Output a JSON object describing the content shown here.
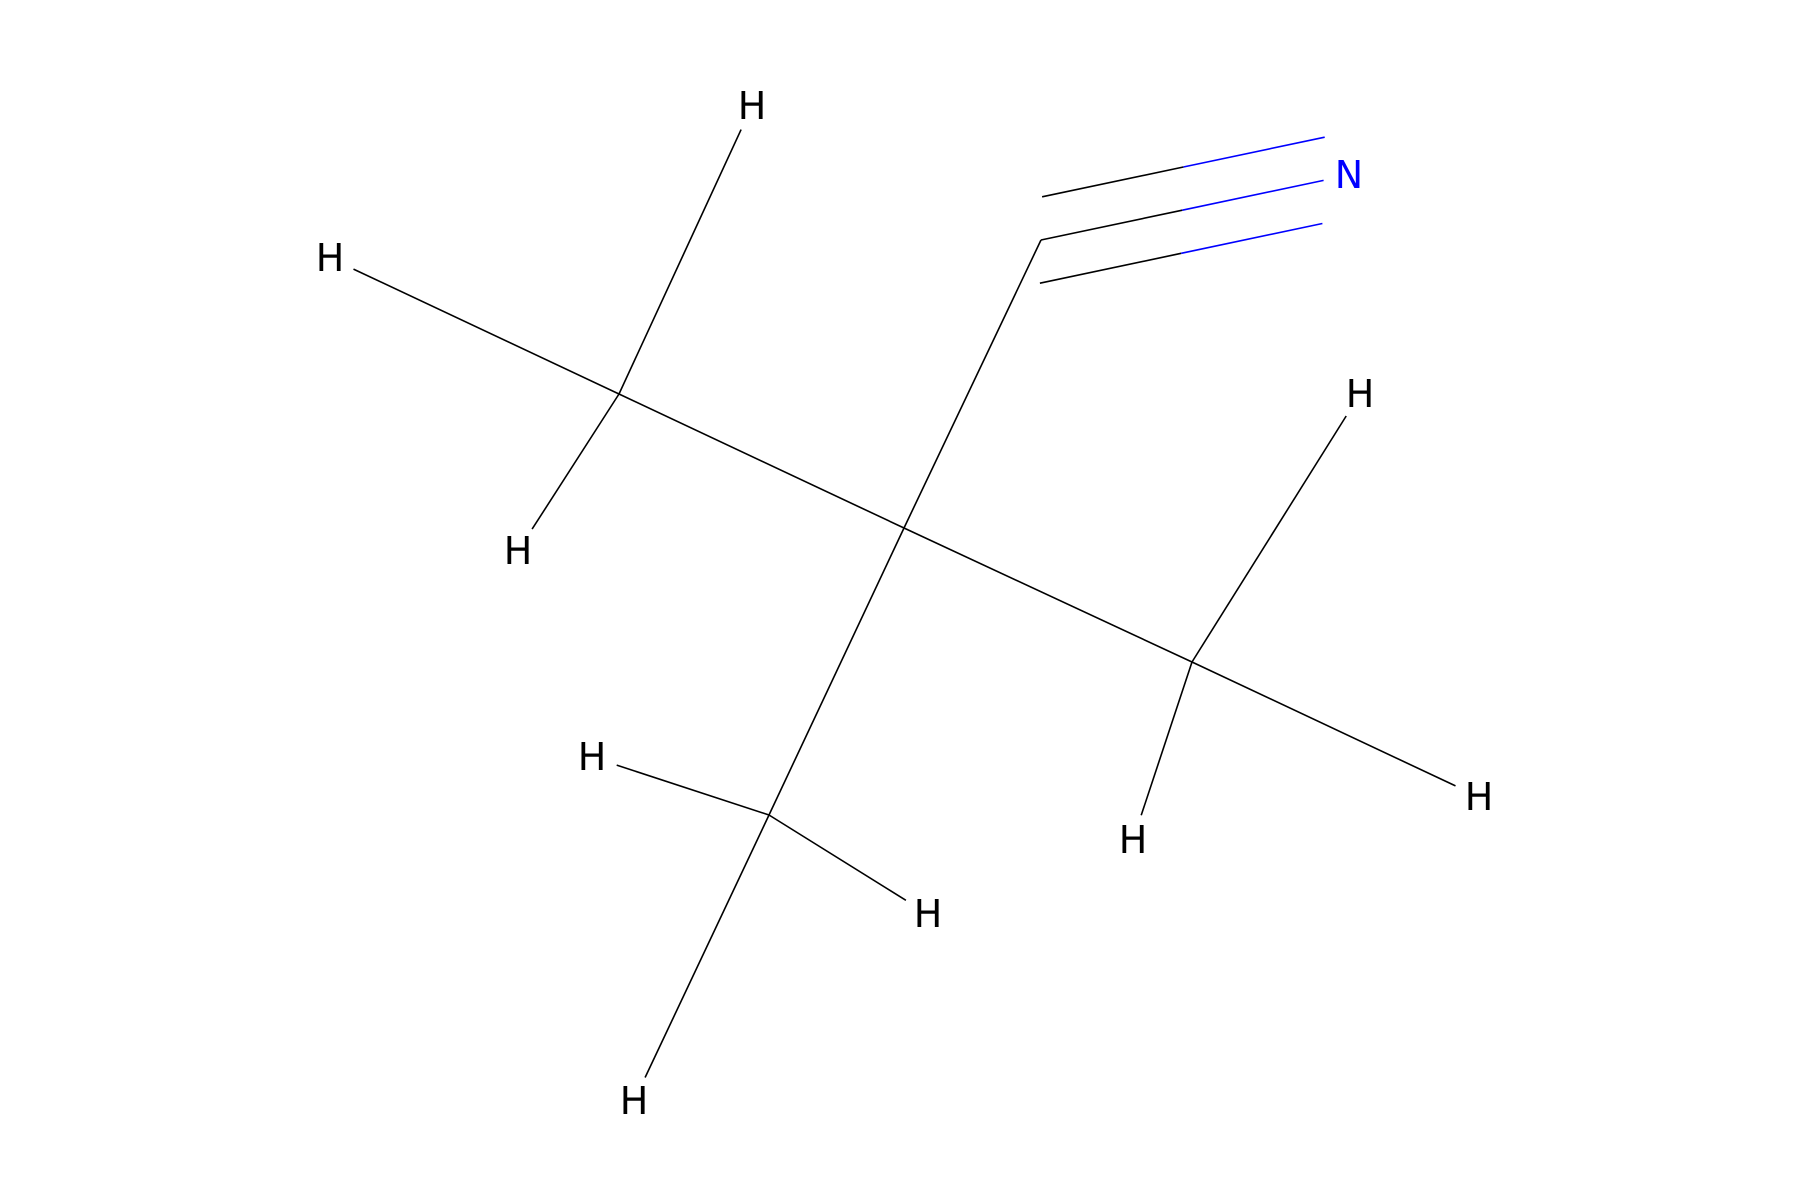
{
  "molecule": {
    "colors": {
      "carbon": "#000000",
      "hydrogen": "#000000",
      "nitrogen": "#0000ff",
      "background": "#ffffff"
    },
    "atoms": [
      {
        "id": "C_central",
        "element": "C",
        "label": ""
      },
      {
        "id": "C_nitrile",
        "element": "C",
        "label": ""
      },
      {
        "id": "N1",
        "element": "N",
        "label": "N"
      },
      {
        "id": "C_methyl_left",
        "element": "C",
        "label": ""
      },
      {
        "id": "C_methyl_right",
        "element": "C",
        "label": ""
      },
      {
        "id": "C_methyl_bottom",
        "element": "C",
        "label": ""
      },
      {
        "id": "H1",
        "element": "H",
        "label": "H"
      },
      {
        "id": "H2",
        "element": "H",
        "label": "H"
      },
      {
        "id": "H3",
        "element": "H",
        "label": "H"
      },
      {
        "id": "H4",
        "element": "H",
        "label": "H"
      },
      {
        "id": "H5",
        "element": "H",
        "label": "H"
      },
      {
        "id": "H6",
        "element": "H",
        "label": "H"
      },
      {
        "id": "H7",
        "element": "H",
        "label": "H"
      },
      {
        "id": "H8",
        "element": "H",
        "label": "H"
      },
      {
        "id": "H9",
        "element": "H",
        "label": "H"
      }
    ],
    "bonds": [
      {
        "from": "C_central",
        "to": "C_nitrile",
        "order": 1
      },
      {
        "from": "C_nitrile",
        "to": "N1",
        "order": 3
      },
      {
        "from": "C_central",
        "to": "C_methyl_left",
        "order": 1
      },
      {
        "from": "C_central",
        "to": "C_methyl_right",
        "order": 1
      },
      {
        "from": "C_central",
        "to": "C_methyl_bottom",
        "order": 1
      },
      {
        "from": "C_methyl_left",
        "to": "H1",
        "order": 1
      },
      {
        "from": "C_methyl_left",
        "to": "H2",
        "order": 1
      },
      {
        "from": "C_methyl_left",
        "to": "H3",
        "order": 1
      },
      {
        "from": "C_methyl_right",
        "to": "H4",
        "order": 1
      },
      {
        "from": "C_methyl_right",
        "to": "H5",
        "order": 1
      },
      {
        "from": "C_methyl_right",
        "to": "H6",
        "order": 1
      },
      {
        "from": "C_methyl_bottom",
        "to": "H7",
        "order": 1
      },
      {
        "from": "C_methyl_bottom",
        "to": "H8",
        "order": 1
      },
      {
        "from": "C_methyl_bottom",
        "to": "H9",
        "order": 1
      }
    ]
  }
}
